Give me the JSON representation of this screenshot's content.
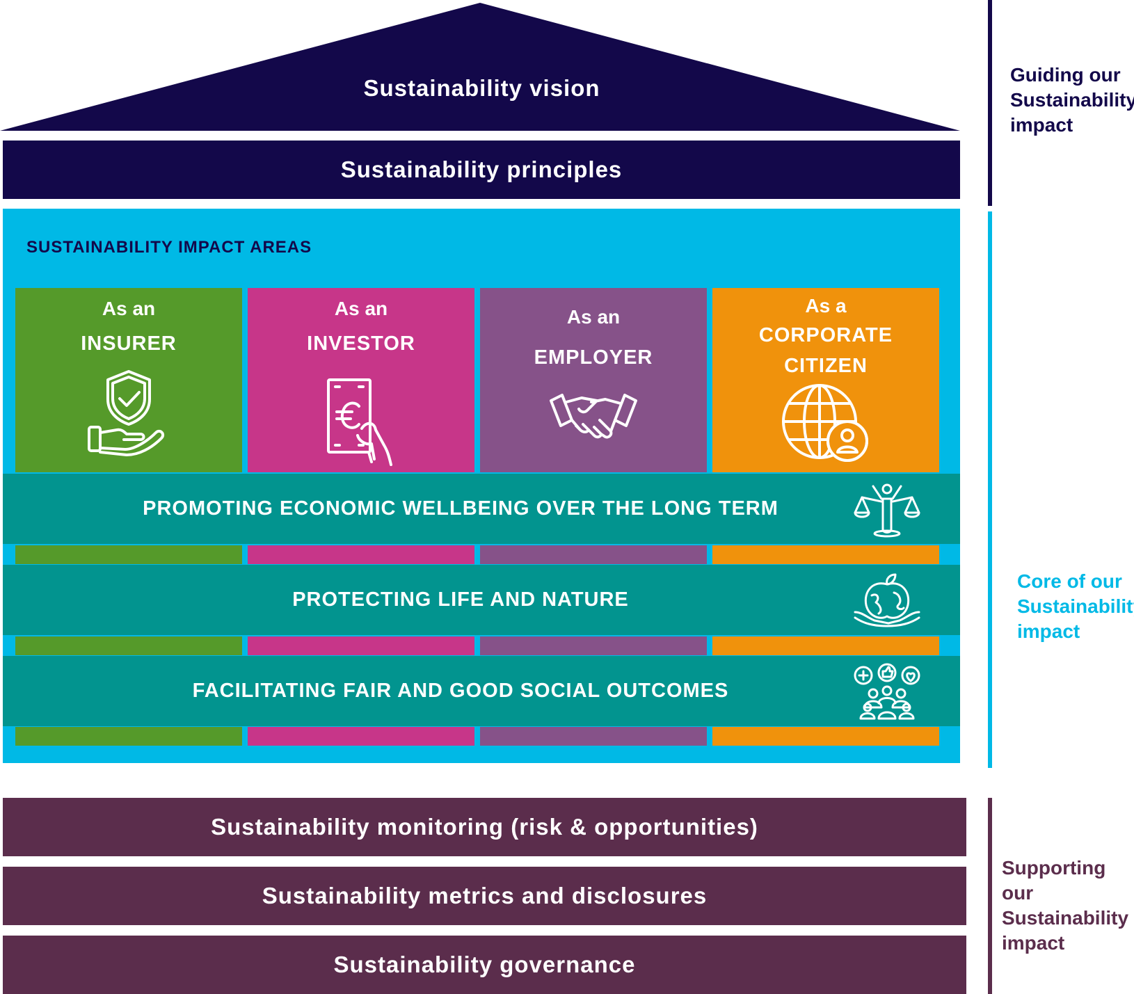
{
  "vision": "Sustainability vision",
  "principles": "Sustainability principles",
  "impact_areas_title": "SUSTAINABILITY IMPACT AREAS",
  "columns": [
    {
      "line1": "As an",
      "line2": "INSURER",
      "icon": "shield-check-hand-icon"
    },
    {
      "line1": "As an",
      "line2": "INVESTOR",
      "icon": "euro-banknote-hand-icon"
    },
    {
      "line1": "As an",
      "line2": "EMPLOYER",
      "icon": "handshake-icon"
    },
    {
      "line1": "As a",
      "line2": "CORPORATE",
      "line3": "CITIZEN",
      "icon": "globe-person-icon"
    }
  ],
  "themes": [
    {
      "label": "PROMOTING ECONOMIC WELLBEING OVER THE LONG TERM",
      "icon": "scales-person-icon"
    },
    {
      "label": "PROTECTING LIFE AND NATURE",
      "icon": "earth-apple-hands-icon"
    },
    {
      "label": "FACILITATING FAIR AND GOOD SOCIAL OUTCOMES",
      "icon": "community-speech-icon"
    }
  ],
  "supporting": [
    "Sustainability monitoring (risk & opportunities)",
    "Sustainability metrics and disclosures",
    "Sustainability governance"
  ],
  "side_labels": {
    "guiding": [
      "Guiding our",
      "Sustainability",
      "impact"
    ],
    "core": [
      "Core of our",
      "Sustainability",
      "impact"
    ],
    "supporting": [
      "Supporting our",
      "Sustainability",
      "impact"
    ]
  },
  "colors": {
    "navy": "#13084a",
    "cyan": "#00b9e6",
    "teal": "#02948f",
    "green": "#559a2a",
    "pink": "#c73689",
    "purple": "#865289",
    "orange": "#f0920c",
    "maroon": "#5b2d4c"
  }
}
